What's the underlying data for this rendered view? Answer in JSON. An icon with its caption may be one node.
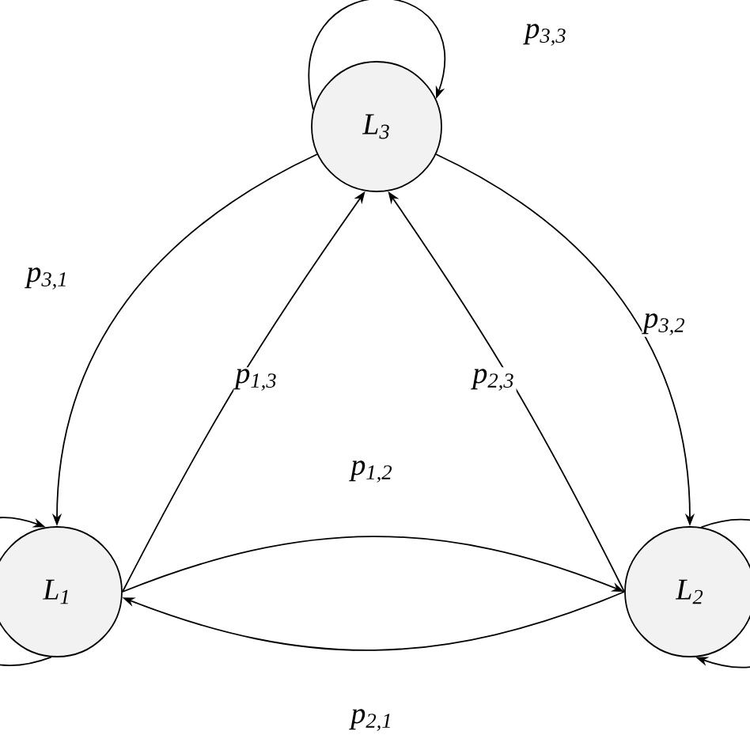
{
  "diagram": {
    "nodes": [
      {
        "text": [
          "L$_{3}$"
        ]
      },
      {
        "text": [
          "L$_{1}$"
        ]
      },
      {
        "text": [
          "L$_{2}$"
        ]
      }
    ],
    "edges": [
      {
        "from": 0,
        "to": 0,
        "arrow": "to",
        "label": "p$_{3,3}$"
      },
      {
        "from": 0,
        "to": 1,
        "arrow": "to",
        "label": "p$_{3,1}$"
      },
      {
        "from": 0,
        "to": 2,
        "arrow": "to",
        "label": "p$_{3,2}$"
      },
      {
        "from": 1,
        "to": 0,
        "arrow": "to",
        "label": "p$_{1,3}$"
      },
      {
        "from": 2,
        "to": 0,
        "arrow": "to",
        "label": "p$_{2,3}$"
      },
      {
        "from": 1,
        "to": 2,
        "arrow": "to",
        "label": "p$_{1,2}$"
      },
      {
        "from": 2,
        "to": 1,
        "arrow": "to",
        "label": "p$_{2,1}$"
      },
      {
        "from": 1,
        "to": 1,
        "arrow": "to"
      },
      {
        "from": 2,
        "to": 2,
        "arrow": "to"
      }
    ]
  }
}
